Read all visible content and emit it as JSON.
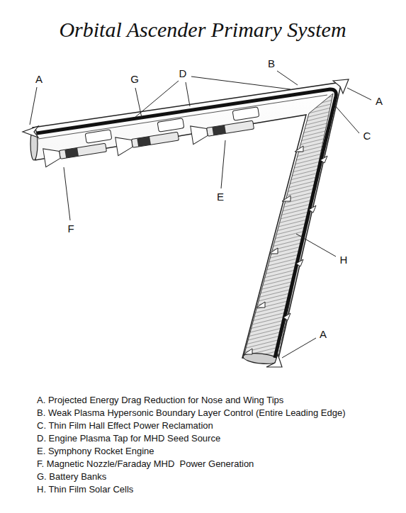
{
  "diagram": {
    "title": "Orbital Ascender Primary System",
    "labels": [
      "A",
      "G",
      "D",
      "B",
      "A",
      "C",
      "E",
      "H",
      "F",
      "A",
      "A. Projected Energy Drag Reduction for Nose and Wing Tips",
      "B. Weak Plasma Hypersonic Boundary Layer Control (Entire Leading Edge)",
      "C. Thin Film Hall Effect Power Reclamation",
      "D. Engine Plasma Tap for MHD Seed Source",
      "E. Symphony Rocket Engine",
      "F. Magnetic Nozzle/Faraday MHD  Power Generation",
      "G. Battery Banks",
      "H. Thin Film Solar Cells"
    ]
  }
}
